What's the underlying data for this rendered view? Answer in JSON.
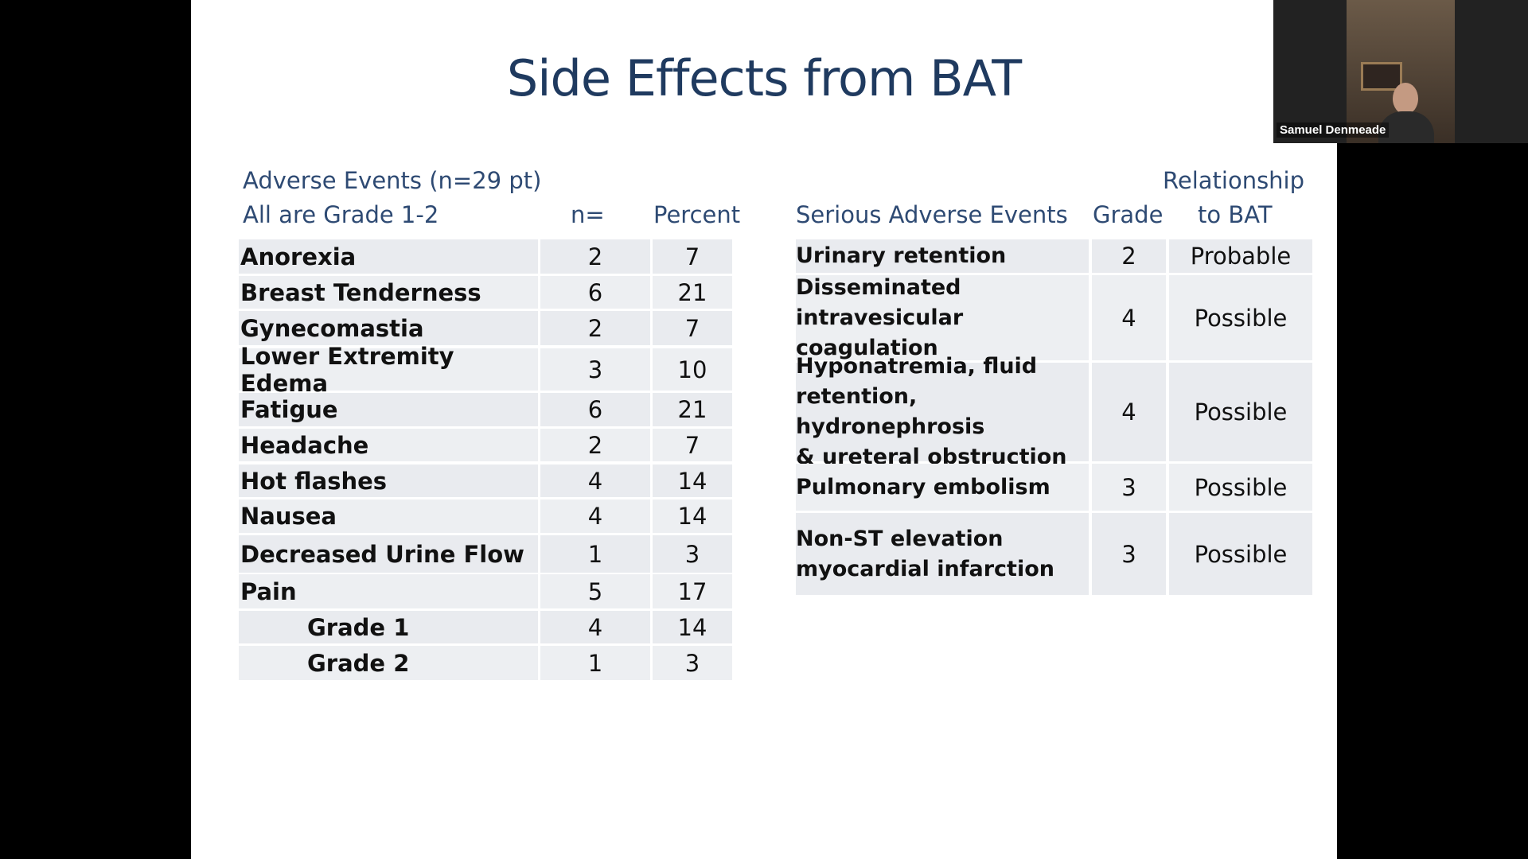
{
  "slide": {
    "title": "Side Effects from BAT",
    "left_table": {
      "header_line1": "Adverse Events (n=29 pt)",
      "header_line2": "All are Grade 1-2",
      "col_n": "n=",
      "col_percent": "Percent",
      "rows": [
        {
          "label": "Anorexia",
          "n": "2",
          "percent": "7"
        },
        {
          "label": "Breast Tenderness",
          "n": "6",
          "percent": "21"
        },
        {
          "label": "Gynecomastia",
          "n": "2",
          "percent": "7"
        },
        {
          "label": "Lower Extremity Edema",
          "n": "3",
          "percent": "10"
        },
        {
          "label": "Fatigue",
          "n": "6",
          "percent": "21"
        },
        {
          "label": "Headache",
          "n": "2",
          "percent": "7"
        },
        {
          "label": "Hot flashes",
          "n": "4",
          "percent": "14"
        },
        {
          "label": "Nausea",
          "n": "4",
          "percent": "14"
        },
        {
          "label": "Decreased Urine Flow",
          "n": "1",
          "percent": "3"
        },
        {
          "label": "Pain",
          "n": "5",
          "percent": "17"
        },
        {
          "label": "Grade 1",
          "n": "4",
          "percent": "14"
        },
        {
          "label": "Grade 2",
          "n": "1",
          "percent": "3"
        }
      ]
    },
    "right_table": {
      "col_event": "Serious Adverse Events",
      "col_grade": "Grade",
      "col_relationship_line1": "Relationship",
      "col_relationship_line2": "to BAT",
      "rows": [
        {
          "event_lines": [
            "Urinary retention"
          ],
          "grade": "2",
          "relationship": "Probable"
        },
        {
          "event_lines": [
            "Disseminated intravesicular",
            "coagulation"
          ],
          "grade": "4",
          "relationship": "Possible"
        },
        {
          "event_lines": [
            "Hyponatremia, fluid",
            "retention, hydronephrosis",
            "& ureteral obstruction"
          ],
          "grade": "4",
          "relationship": "Possible"
        },
        {
          "event_lines": [
            "Pulmonary embolism"
          ],
          "grade": "3",
          "relationship": "Possible"
        },
        {
          "event_lines": [
            "Non-ST elevation",
            "myocardial infarction"
          ],
          "grade": "3",
          "relationship": "Possible"
        }
      ]
    }
  },
  "video": {
    "participant_name": "Samuel Denmeade"
  }
}
